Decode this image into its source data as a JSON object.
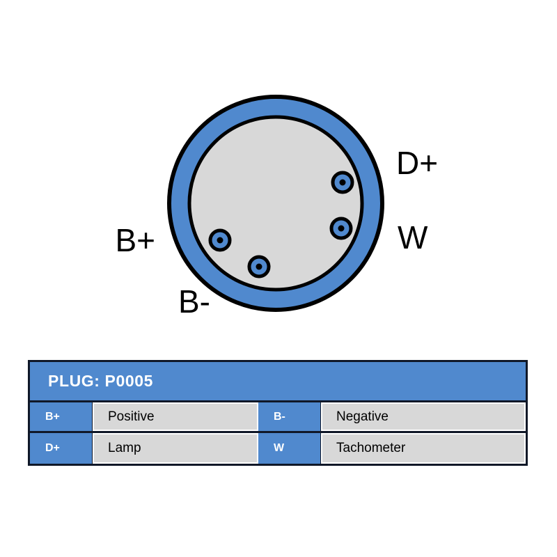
{
  "diagram": {
    "name": "alternator-plug-pinout",
    "colors": {
      "ring_blue": "#5089ce",
      "body_gray": "#d8d8d8",
      "outline": "#000000",
      "table_border": "#101828",
      "header_text": "#ffffff"
    },
    "labels": [
      {
        "id": "d-plus",
        "text": "D+"
      },
      {
        "id": "w",
        "text": "W"
      },
      {
        "id": "b-plus",
        "text": "B+"
      },
      {
        "id": "b-minus",
        "text": "B-"
      }
    ],
    "pins": [
      {
        "id": "pin-d-plus",
        "label": "D+"
      },
      {
        "id": "pin-w",
        "label": "W"
      },
      {
        "id": "pin-b-plus",
        "label": "B+"
      },
      {
        "id": "pin-b-minus",
        "label": "B-"
      }
    ]
  },
  "legend": {
    "header": "PLUG: P0005",
    "rows": [
      {
        "key_left": "B+",
        "value_left": "Positive",
        "key_right": "B-",
        "value_right": "Negative"
      },
      {
        "key_left": "D+",
        "value_left": "Lamp",
        "key_right": "W",
        "value_right": "Tachometer"
      }
    ]
  }
}
